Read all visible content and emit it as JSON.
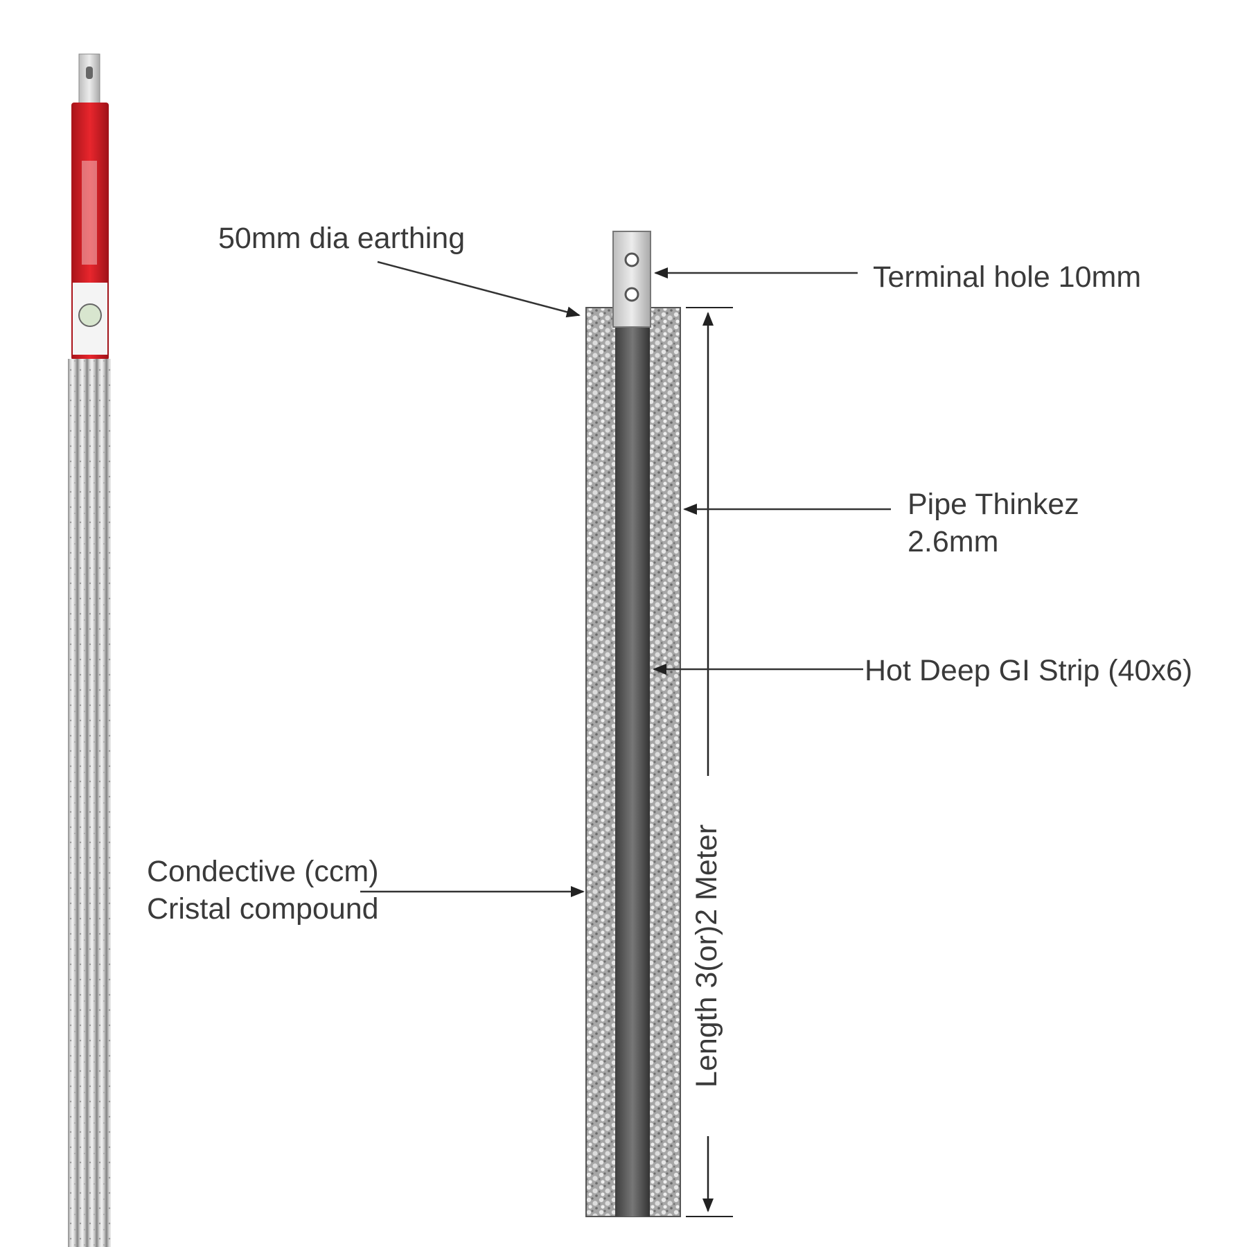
{
  "labels": {
    "earthing_dia": "50mm dia earthing",
    "terminal_hole": "Terminal hole 10mm",
    "pipe_thickness_line1": "Pipe Thinkez",
    "pipe_thickness_line2": "2.6mm",
    "gi_strip": "Hot Deep GI Strip (40x6)",
    "compound_line1": "Condective (ccm)",
    "compound_line2": "Cristal compound",
    "length": "Length 3(or)2 Meter"
  },
  "colors": {
    "label_band": "#d91f26",
    "pipe_metal": "#b9b9b9",
    "compound": "#9a9a9a",
    "strip": "#555555",
    "leader_line": "#333333",
    "text": "#3a3a3a"
  }
}
